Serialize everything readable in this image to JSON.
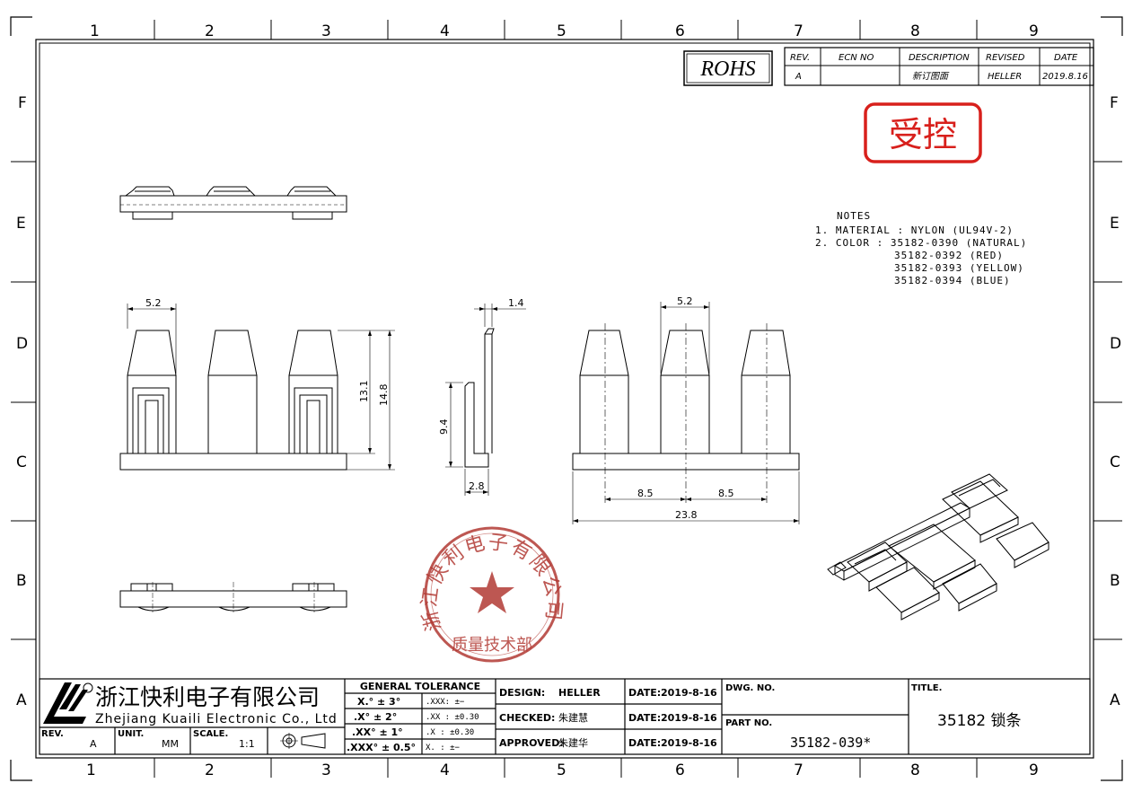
{
  "zone_columns": [
    "1",
    "2",
    "3",
    "4",
    "5",
    "6",
    "7",
    "8",
    "9"
  ],
  "zone_rows": [
    "F",
    "E",
    "D",
    "C",
    "B",
    "A"
  ],
  "rohs": "ROHS",
  "revision_table": {
    "headers": [
      "REV.",
      "ECN NO",
      "DESCRIPTION",
      "REVISED",
      "DATE"
    ],
    "row": [
      "A",
      "",
      "新订图面",
      "HELLER",
      "2019.8.16"
    ]
  },
  "control_stamp": "受控",
  "notes": {
    "heading": "NOTES",
    "lines": [
      "1. MATERIAL : NYLON (UL94V-2)",
      "2. COLOR : 35182-0390 (NATURAL)",
      "35182-0392 (RED)",
      "35182-0393 (YELLOW)",
      "35182-0394 (BLUE)"
    ]
  },
  "dimensions": {
    "front_pitch": "5.2",
    "front_h1": "13.1",
    "front_h2": "14.8",
    "side_thk": "1.4",
    "side_h": "9.4",
    "side_base": "2.8",
    "back_pitch": "5.2",
    "back_p1": "8.5",
    "back_p2": "8.5",
    "back_total": "23.8"
  },
  "company_seal": {
    "name": "浙江快利电子有限公司",
    "dept": "质量技术部"
  },
  "title_block": {
    "company_cn": "浙江快利电子有限公司",
    "company_en": "Zhejiang Kuaili Electronic Co., Ltd",
    "rev_label": "REV.",
    "rev_value": "A",
    "unit_label": "UNIT.",
    "unit_value": "MM",
    "scale_label": "SCALE.",
    "scale_value": "1:1",
    "tolerance_title": "GENERAL TOLERANCE",
    "tolerance_angles": [
      "X.° ± 3°",
      ".X° ± 2°",
      ".XX° ± 1°",
      ".XXX° ± 0.5°"
    ],
    "tolerance_linear": [
      ".XXX: ±−",
      ".XX : ±0.30",
      ".X : ±0.30",
      "X. : ±−"
    ],
    "design_label": "DESIGN:",
    "design_value": "HELLER",
    "checked_label": "CHECKED:",
    "checked_value": "朱建慧",
    "approved_label": "APPROVED:",
    "approved_value": "朱建华",
    "date_label": "DATE:",
    "dates": [
      "2019-8-16",
      "2019-8-16",
      "2019-8-16"
    ],
    "dwg_no_label": "DWG. NO.",
    "part_no_label": "PART NO.",
    "part_no_value": "35182-039*",
    "title_label": "TITLE.",
    "title_value": "35182 锁条"
  }
}
